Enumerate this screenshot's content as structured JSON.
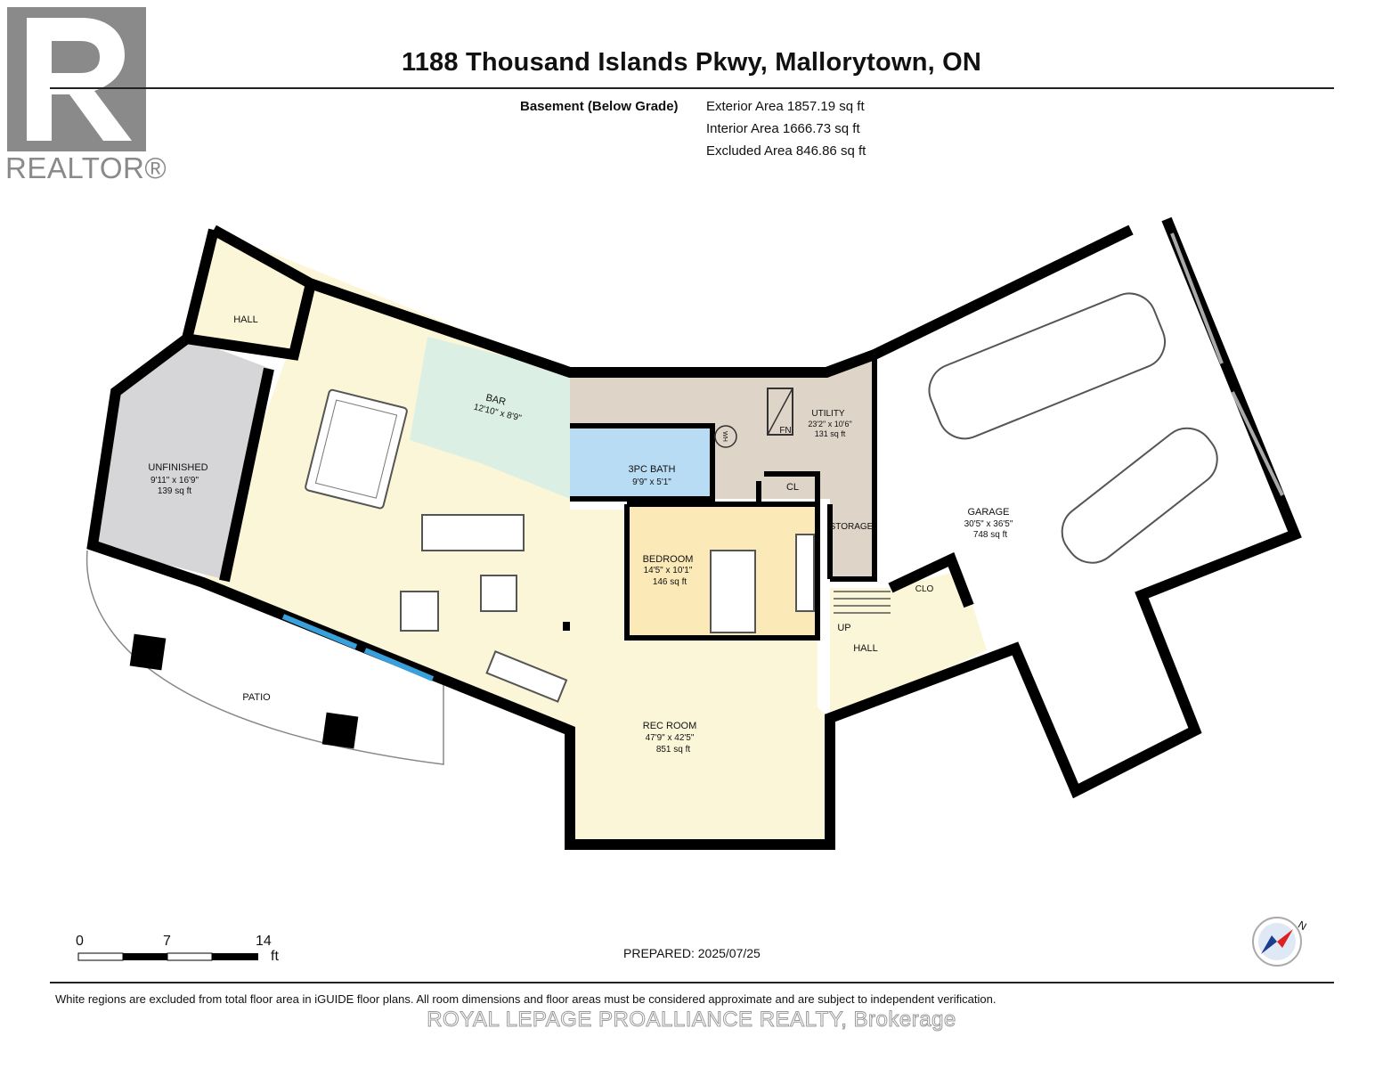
{
  "header": {
    "title": "1188 Thousand Islands Pkwy, Mallorytown, ON",
    "level_label": "Basement (Below Grade)",
    "areas": [
      "Exterior Area 1857.19 sq ft",
      "Interior Area 1666.73 sq ft",
      "Excluded Area 846.86 sq ft"
    ]
  },
  "logo": {
    "text": "REALTOR®"
  },
  "rooms": {
    "hall_nw": {
      "name": "HALL"
    },
    "unfinished": {
      "name": "UNFINISHED",
      "dims": "9'11\" x 16'9\"",
      "area": "139 sq ft"
    },
    "bar": {
      "name": "BAR",
      "dims": "12'10\" x 8'9\""
    },
    "bath": {
      "name": "3PC BATH",
      "dims": "9'9\" x 5'1\""
    },
    "utility": {
      "name": "UTILITY",
      "dims": "23'2\" x 10'6\"",
      "area": "131 sq ft"
    },
    "fn": {
      "name": "FN"
    },
    "wh": {
      "name": "WH"
    },
    "cl": {
      "name": "CL"
    },
    "storage": {
      "name": "STORAGE"
    },
    "bedroom": {
      "name": "BEDROOM",
      "dims": "14'5\" x 10'1\"",
      "area": "146 sq ft"
    },
    "garage": {
      "name": "GARAGE",
      "dims": "30'5\" x 36'5\"",
      "area": "748 sq ft"
    },
    "clo": {
      "name": "CLO"
    },
    "up": {
      "name": "UP"
    },
    "hall_e": {
      "name": "HALL"
    },
    "rec": {
      "name": "REC ROOM",
      "dims": "47'9\" x 42'5\"",
      "area": "851 sq ft"
    },
    "patio": {
      "name": "PATIO"
    }
  },
  "colors": {
    "rec_room": "#fcf6d8",
    "unfinished": "#d6d6d8",
    "bar": "#dbefe4",
    "bath": "#b8dcf3",
    "utility": "#dfd4c8",
    "bedroom": "#fbe9b8",
    "hall": "#fcf6d8",
    "wall": "#000000",
    "window": "#3aa0dc"
  },
  "scale": {
    "labels": [
      "0",
      "7",
      "14"
    ],
    "unit": "ft"
  },
  "footer": {
    "prepared": "PREPARED: 2025/07/25",
    "disclaimer": "White regions are excluded from total floor area in iGUIDE floor plans. All room dimensions and floor areas must be considered approximate and are subject to independent verification.",
    "brokerage": "ROYAL LEPAGE PROALLIANCE REALTY, Brokerage"
  },
  "compass": {
    "label": "N"
  }
}
